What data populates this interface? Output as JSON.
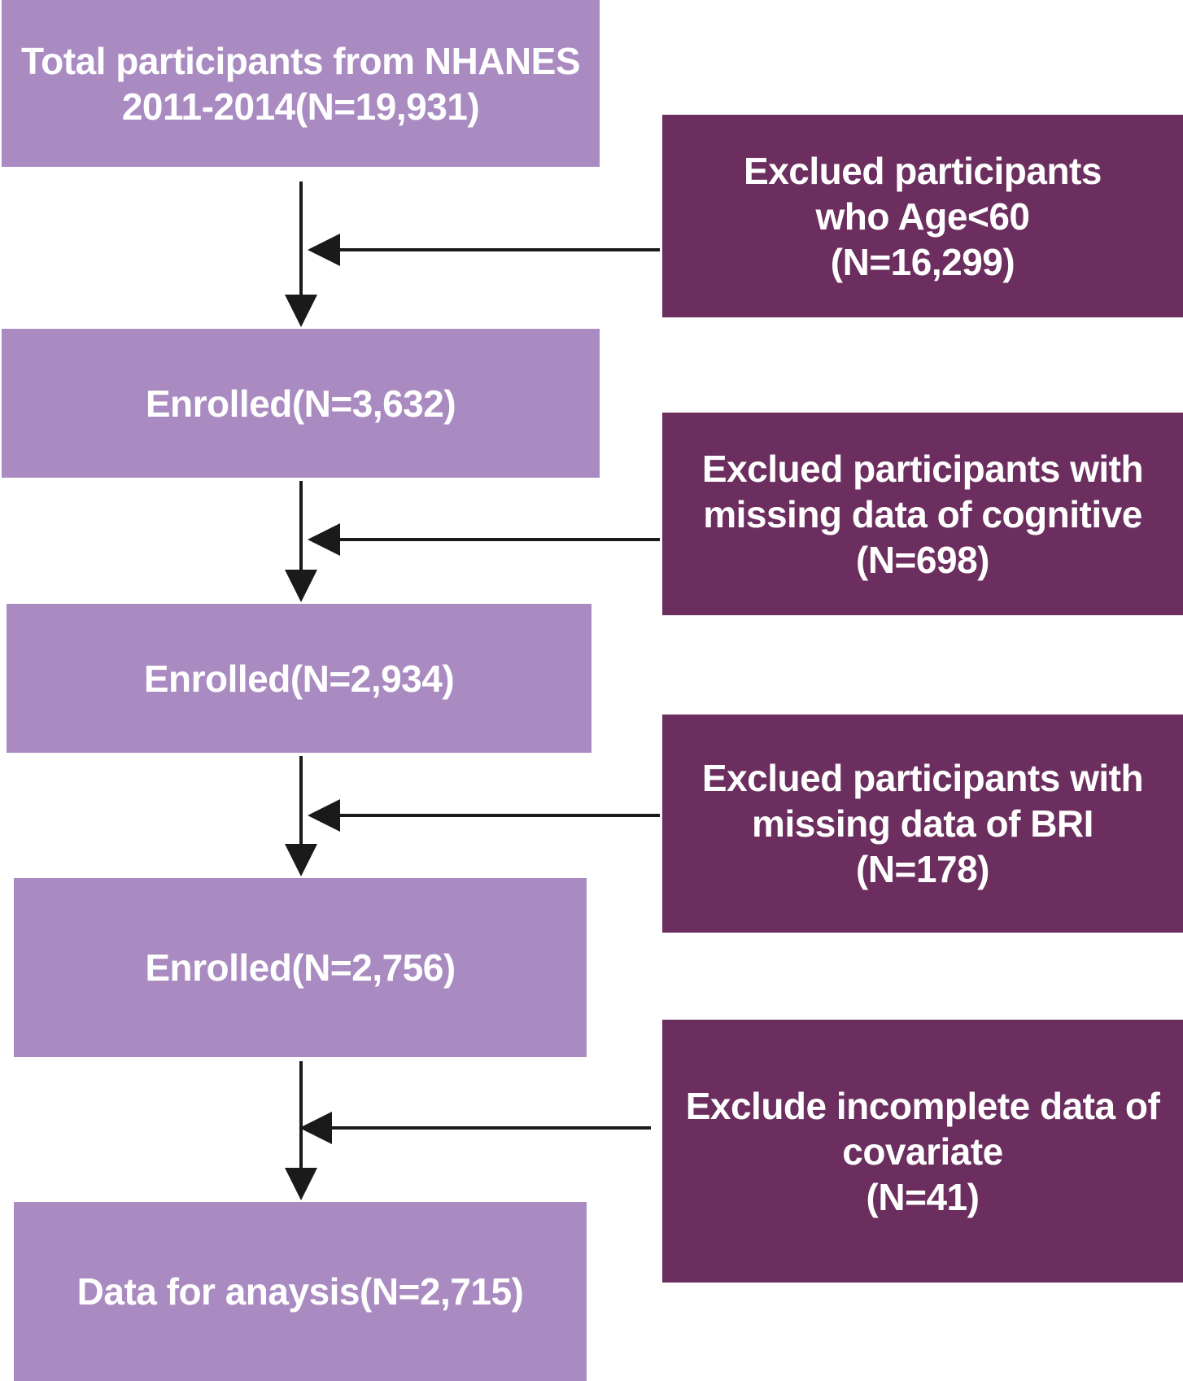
{
  "stages": [
    {
      "id": "total",
      "lines": [
        "Total participants from NHANES",
        "2011-2014(N=19,931)"
      ]
    },
    {
      "id": "enrolled-1",
      "lines": [
        "Enrolled(N=3,632)"
      ]
    },
    {
      "id": "enrolled-2",
      "lines": [
        "Enrolled(N=2,934)"
      ]
    },
    {
      "id": "enrolled-3",
      "lines": [
        "Enrolled(N=2,756)"
      ]
    },
    {
      "id": "analysis",
      "lines": [
        "Data for anaysis(N=2,715)"
      ]
    }
  ],
  "exclusions": [
    {
      "id": "age",
      "lines": [
        "Exclued participants",
        "who Age<60",
        "(N=16,299)"
      ]
    },
    {
      "id": "cognitive",
      "lines": [
        "Exclued participants with",
        "missing data of cognitive",
        "(N=698)"
      ]
    },
    {
      "id": "bri",
      "lines": [
        "Exclued participants with",
        "missing data of  BRI",
        "(N=178)"
      ]
    },
    {
      "id": "covariate",
      "lines": [
        "Exclude  incomplete data of",
        "covariate",
        "(N=41)"
      ]
    }
  ],
  "colors": {
    "stage_fill": "#a98bc1",
    "exclusion_fill": "#6b2e5e",
    "text": "#ffffff",
    "arrow": "#1a1a1a"
  }
}
